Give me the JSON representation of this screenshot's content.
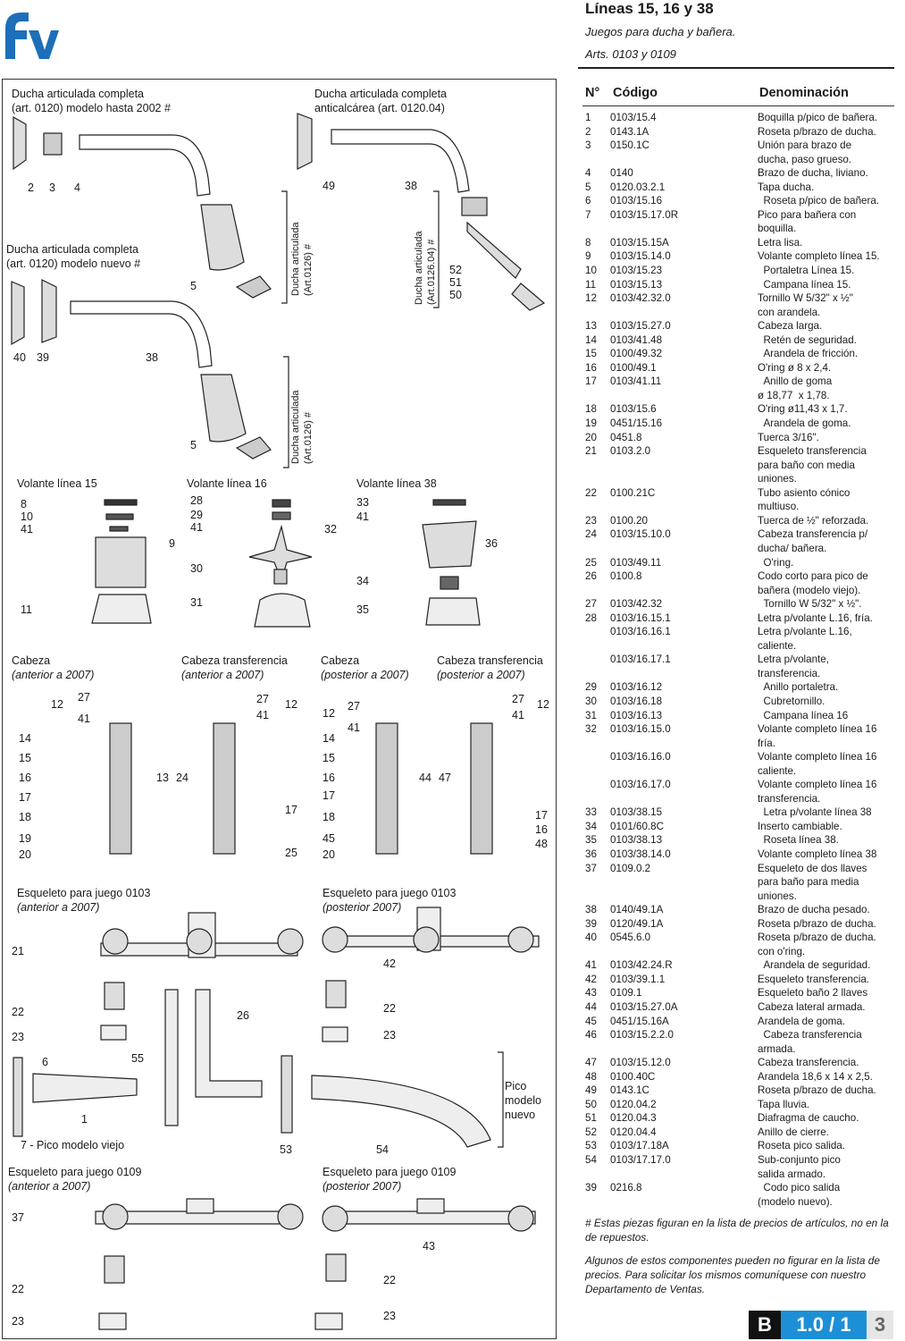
{
  "header": {
    "logo_text": "fv",
    "title": "Líneas 15, 16 y 38",
    "subtitle": "Juegos para ducha y bañera.",
    "arts": "Arts. 0103 y 0109"
  },
  "table": {
    "col_no": "N°",
    "col_code": "Código",
    "col_name": "Denominación",
    "rows": [
      {
        "n": "1",
        "code": "0103/15.4",
        "name": "Boquilla p/pico de bañera."
      },
      {
        "n": "2",
        "code": "0143.1A",
        "name": "Roseta p/brazo de ducha."
      },
      {
        "n": "3",
        "code": "0150.1C",
        "name": "Unión para brazo de\nducha, paso grueso."
      },
      {
        "n": "4",
        "code": "0140",
        "name": "Brazo de ducha, liviano."
      },
      {
        "n": "5",
        "code": "0120.03.2.1",
        "name": "Tapa ducha."
      },
      {
        "n": "6",
        "code": "0103/15.16",
        "name": "  Roseta p/pico de bañera."
      },
      {
        "n": "7",
        "code": "0103/15.17.0R",
        "name": "Pico para bañera con\nboquilla."
      },
      {
        "n": "8",
        "code": "0103/15.15A",
        "name": "Letra lisa."
      },
      {
        "n": "9",
        "code": "0103/15.14.0",
        "name": "Volante completo línea 15."
      },
      {
        "n": "10",
        "code": "0103/15.23",
        "name": "  Portaletra Línea 15."
      },
      {
        "n": "11",
        "code": "0103/15.13",
        "name": "  Campana línea 15."
      },
      {
        "n": "12",
        "code": "0103/42.32.0",
        "name": "Tornillo W 5/32\" x ½\"\ncon arandela."
      },
      {
        "n": "13",
        "code": "0103/15.27.0",
        "name": "Cabeza larga."
      },
      {
        "n": "14",
        "code": "0103/41.48",
        "name": "  Retén de seguridad."
      },
      {
        "n": "15",
        "code": "0100/49.32",
        "name": "  Arandela de fricción."
      },
      {
        "n": "16",
        "code": "0100/49.1",
        "name": "O'ring ø 8 x 2,4."
      },
      {
        "n": "17",
        "code": "0103/41.11",
        "name": "  Anillo de goma\nø 18,77  x 1,78."
      },
      {
        "n": "18",
        "code": "0103/15.6",
        "name": "O'ring ø11,43 x 1,7."
      },
      {
        "n": "19",
        "code": "0451/15.16",
        "name": "  Arandela de goma."
      },
      {
        "n": "20",
        "code": "0451.8",
        "name": "Tuerca 3/16\"."
      },
      {
        "n": "21",
        "code": "0103.2.0",
        "name": "Esqueleto transferencia\npara baño con media\nuniones."
      },
      {
        "n": "22",
        "code": "0100.21C",
        "name": "Tubo asiento cónico\nmultiuso."
      },
      {
        "n": "23",
        "code": "0100.20",
        "name": "Tuerca de ½\" reforzada."
      },
      {
        "n": "24",
        "code": "0103/15.10.0",
        "name": "Cabeza transferencia p/\nducha/ bañera."
      },
      {
        "n": "25",
        "code": "0103/49.11",
        "name": "  O'ring."
      },
      {
        "n": "26",
        "code": "0100.8",
        "name": "Codo corto para pico de\nbañera (modelo viejo)."
      },
      {
        "n": "27",
        "code": "0103/42.32",
        "name": "  Tornillo W 5/32\" x ½\"."
      },
      {
        "n": "28",
        "code": "0103/16.15.1",
        "name": "Letra p/volante L.16, fría."
      },
      {
        "n": "",
        "code": "0103/16.16.1",
        "name": "Letra p/volante L.16,\ncaliente."
      },
      {
        "n": "",
        "code": "0103/16.17.1",
        "name": "Letra p/volante,\ntransferencia."
      },
      {
        "n": "29",
        "code": "0103/16.12",
        "name": "  Anillo portaletra."
      },
      {
        "n": "30",
        "code": "0103/16.18",
        "name": "  Cubretornillo."
      },
      {
        "n": "31",
        "code": "0103/16.13",
        "name": "  Campana línea 16"
      },
      {
        "n": "32",
        "code": "0103/16.15.0",
        "name": "Volante completo línea 16\nfría."
      },
      {
        "n": "",
        "code": "0103/16.16.0",
        "name": "Volante completo línea 16\ncaliente."
      },
      {
        "n": "",
        "code": "0103/16.17.0",
        "name": "Volante completo línea 16\ntransferencia."
      },
      {
        "n": "33",
        "code": "0103/38.15",
        "name": "  Letra p/volante línea 38"
      },
      {
        "n": "34",
        "code": "0101/60.8C",
        "name": "Inserto cambiable."
      },
      {
        "n": "35",
        "code": "0103/38.13",
        "name": "  Roseta línea 38."
      },
      {
        "n": "36",
        "code": "0103/38.14.0",
        "name": "Volante completo línea 38"
      },
      {
        "n": "37",
        "code": "0109.0.2",
        "name": "Esqueleto de dos llaves\npara baño para media\nuniones."
      },
      {
        "n": "38",
        "code": "0140/49.1A",
        "name": "Brazo de ducha pesado."
      },
      {
        "n": "39",
        "code": "0120/49.1A",
        "name": "Roseta p/brazo de ducha."
      },
      {
        "n": "40",
        "code": "0545.6.0",
        "name": "Roseta p/brazo de ducha.\ncon o'ring."
      },
      {
        "n": "41",
        "code": "0103/42.24.R",
        "name": "  Arandela de seguridad."
      },
      {
        "n": "42",
        "code": "0103/39.1.1",
        "name": "Esqueleto transferencia."
      },
      {
        "n": "43",
        "code": "0109.1",
        "name": "Esqueleto baño 2 llaves"
      },
      {
        "n": "44",
        "code": "0103/15.27.0A",
        "name": "Cabeza lateral armada."
      },
      {
        "n": "45",
        "code": "0451/15.16A",
        "name": "Arandela de goma."
      },
      {
        "n": "46",
        "code": "0103/15.2.2.0",
        "name": "  Cabeza transferencia\narmada."
      },
      {
        "n": "47",
        "code": "0103/15.12.0",
        "name": "Cabeza transferencia."
      },
      {
        "n": "48",
        "code": "0100.40C",
        "name": "Arandela 18,6 x 14 x 2,5."
      },
      {
        "n": "49",
        "code": "0143.1C",
        "name": "Roseta p/brazo de ducha."
      },
      {
        "n": "50",
        "code": "0120.04.2",
        "name": "Tapa lluvia."
      },
      {
        "n": "51",
        "code": "0120.04.3",
        "name": "Diafragma de caucho."
      },
      {
        "n": "52",
        "code": "0120.04.4",
        "name": "Anillo de cierre."
      },
      {
        "n": "53",
        "code": "0103/17.18A",
        "name": "Roseta pico salida."
      },
      {
        "n": "54",
        "code": "0103/17.17.0",
        "name": "Sub-conjunto pico\nsalida armado."
      },
      {
        "n": "39",
        "code": "0216.8",
        "name": "  Codo pico salida\n(modelo nuevo)."
      }
    ]
  },
  "notes": {
    "hash": "# Estas piezas figuran en la lista de precios de artículos, no en la de repuestos.",
    "components": "Algunos de estos componentes pueden no figurar en la lista de precios. Para solicitar los mismos comuníquese con nuestro Departamento de Ventas."
  },
  "page_badge": {
    "section": "B",
    "number": "1.0 / 1",
    "page": "3"
  },
  "diagram": {
    "ducha1_line1": "Ducha articulada completa",
    "ducha1_line2": "(art. 0120) modelo hasta 2002 #",
    "ducha2_line1": "Ducha articulada completa",
    "ducha2_line2": "anticalcárea (art. 0120.04)",
    "ducha3_line1": "Ducha articulada completa",
    "ducha3_line2": "(art. 0120) modelo nuevo #",
    "art_vert": "Ducha articulada",
    "art_vert2": "(Art.0126) #",
    "art_vert3": "(Art.0126.04) #",
    "volante15": "Volante línea 15",
    "volante16": "Volante línea 16",
    "volante38": "Volante línea 38",
    "cabeza": "Cabeza",
    "cabeza_trans": "Cabeza transferencia",
    "anterior": "(anterior a 2007)",
    "posterior": "(posterior a 2007)",
    "esq0103": "Esqueleto para juego 0103",
    "esq0109": "Esqueleto para juego 0109",
    "anterior_b": "(anterior a 2007)",
    "posterior_b": "(posterior 2007)",
    "pico_viejo": "7 - Pico modelo viejo",
    "pico_nuevo": "Pico modelo nuevo"
  }
}
